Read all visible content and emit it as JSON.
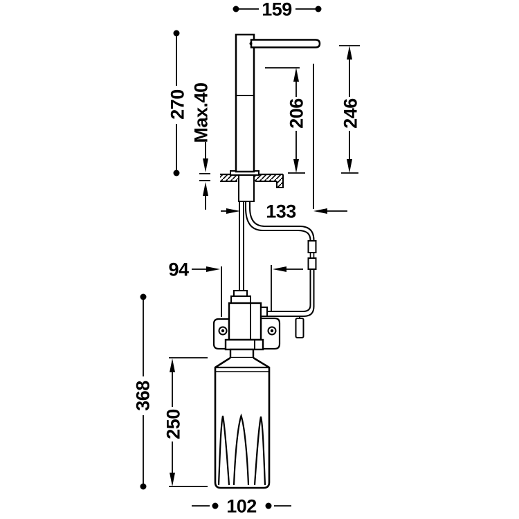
{
  "style": {
    "line_color": "#000000",
    "background": "#ffffff"
  },
  "dims": {
    "spout_reach": "159",
    "height_above_deck": "270",
    "max_deck_thickness": "Max.40",
    "outlet_height": "206",
    "total_height": "246",
    "outlet_reach": "133",
    "bracket_hole_spacing": "94",
    "under_counter_height": "368",
    "bottle_height": "250",
    "bottle_diameter": "102"
  }
}
